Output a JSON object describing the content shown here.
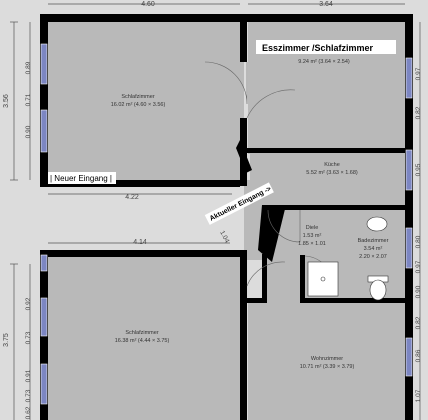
{
  "rooms": {
    "schlafzimmer_top": {
      "name": "Schlafzimmer",
      "area": "16.02 m² (4.60 × 3.56)"
    },
    "esszimmer": {
      "name": "",
      "area": "9.24 m² (3.64 × 2.54)"
    },
    "kueche": {
      "name": "Küche",
      "area": "5.52 m² (3.63 × 1.68)"
    },
    "diele": {
      "name": "Diele",
      "area1": "1.53 m²",
      "area2": "1.85 × 1.01"
    },
    "badezimmer": {
      "name": "Badezimmer",
      "area1": "3.54 m²",
      "area2": "2.20 × 2.07"
    },
    "schlafzimmer_bottom": {
      "name": "Schlafzimmer",
      "area": "16.38 m² (4.44 × 3.75)"
    },
    "wohnzimmer": {
      "name": "Wohnzimmer",
      "area": "10.71 m² (3.39 × 3.79)"
    }
  },
  "annotations": {
    "esszimmer_label": "Esszimmer /Schlafzimmer",
    "neuer_eingang": "| Neuer Eingang |",
    "aktueller_eingang": "Aktueller Eingang ->"
  },
  "dimensions": {
    "top_left_width": "4.60",
    "top_right_width": "3.64",
    "left_top_height": "3.56",
    "left_bottom_height": "3.75",
    "wall_422": "4.22",
    "wall_414": "4.14",
    "diag_104": "1.04",
    "win_l1": "0.89",
    "win_l2": "0.71",
    "win_l3": "0.90",
    "win_l4": "0.92",
    "win_l5": "0.73",
    "win_l6": "0.91",
    "win_l7": "0.73",
    "win_l8": "0.62",
    "win_r1": "0.97",
    "win_r2": "0.82",
    "win_r3": "0.95",
    "win_r4": "0.80",
    "win_r5": "0.97",
    "win_r6": "0.90",
    "win_r7": "0.82",
    "win_r8": "0.86",
    "win_r9": "1.07"
  }
}
